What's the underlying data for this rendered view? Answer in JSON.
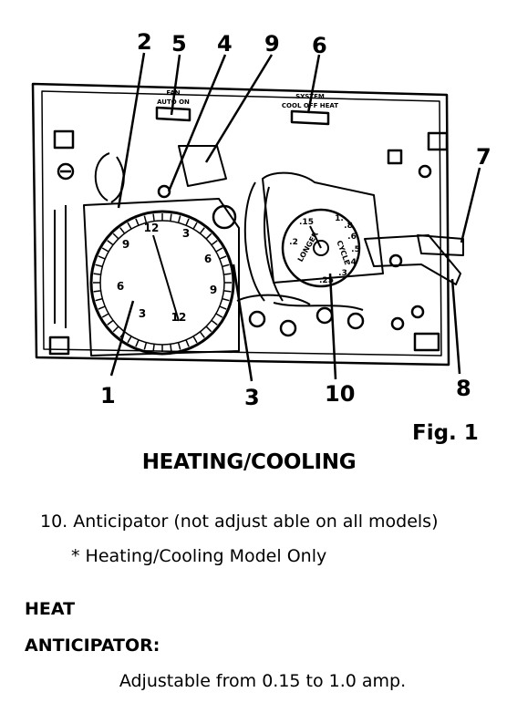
{
  "figure": {
    "callouts": {
      "n1": "1",
      "n2": "2",
      "n3": "3",
      "n4": "4",
      "n5": "5",
      "n6": "6",
      "n7": "7",
      "n8": "8",
      "n9": "9",
      "n10": "10"
    },
    "panel_labels": {
      "fan": "FAN",
      "fan_positions": "AUTO ON",
      "system": "SYSTEM",
      "system_positions": "COOL OFF HEAT"
    },
    "dial_numbers": [
      "12",
      "3",
      "6",
      "9",
      "12",
      "3",
      "6",
      "9"
    ],
    "anticipator_scale": [
      ".15",
      "1.",
      ".8",
      ".6",
      ".5",
      ".4",
      ".3",
      ".25",
      ".2"
    ],
    "anticipator_words": [
      "LONGER",
      "CYCLE"
    ],
    "fig_label": "Fig. 1",
    "title": "HEATING/COOLING"
  },
  "legend": {
    "item10": "10. Anticipator (not adjust able on all models)",
    "note": "* Heating/Cooling Model Only"
  },
  "heat_anticipator": {
    "heading_line1": "HEAT",
    "heading_line2": "ANTICIPATOR:",
    "text": "Adjustable from 0.15 to 1.0 amp."
  }
}
